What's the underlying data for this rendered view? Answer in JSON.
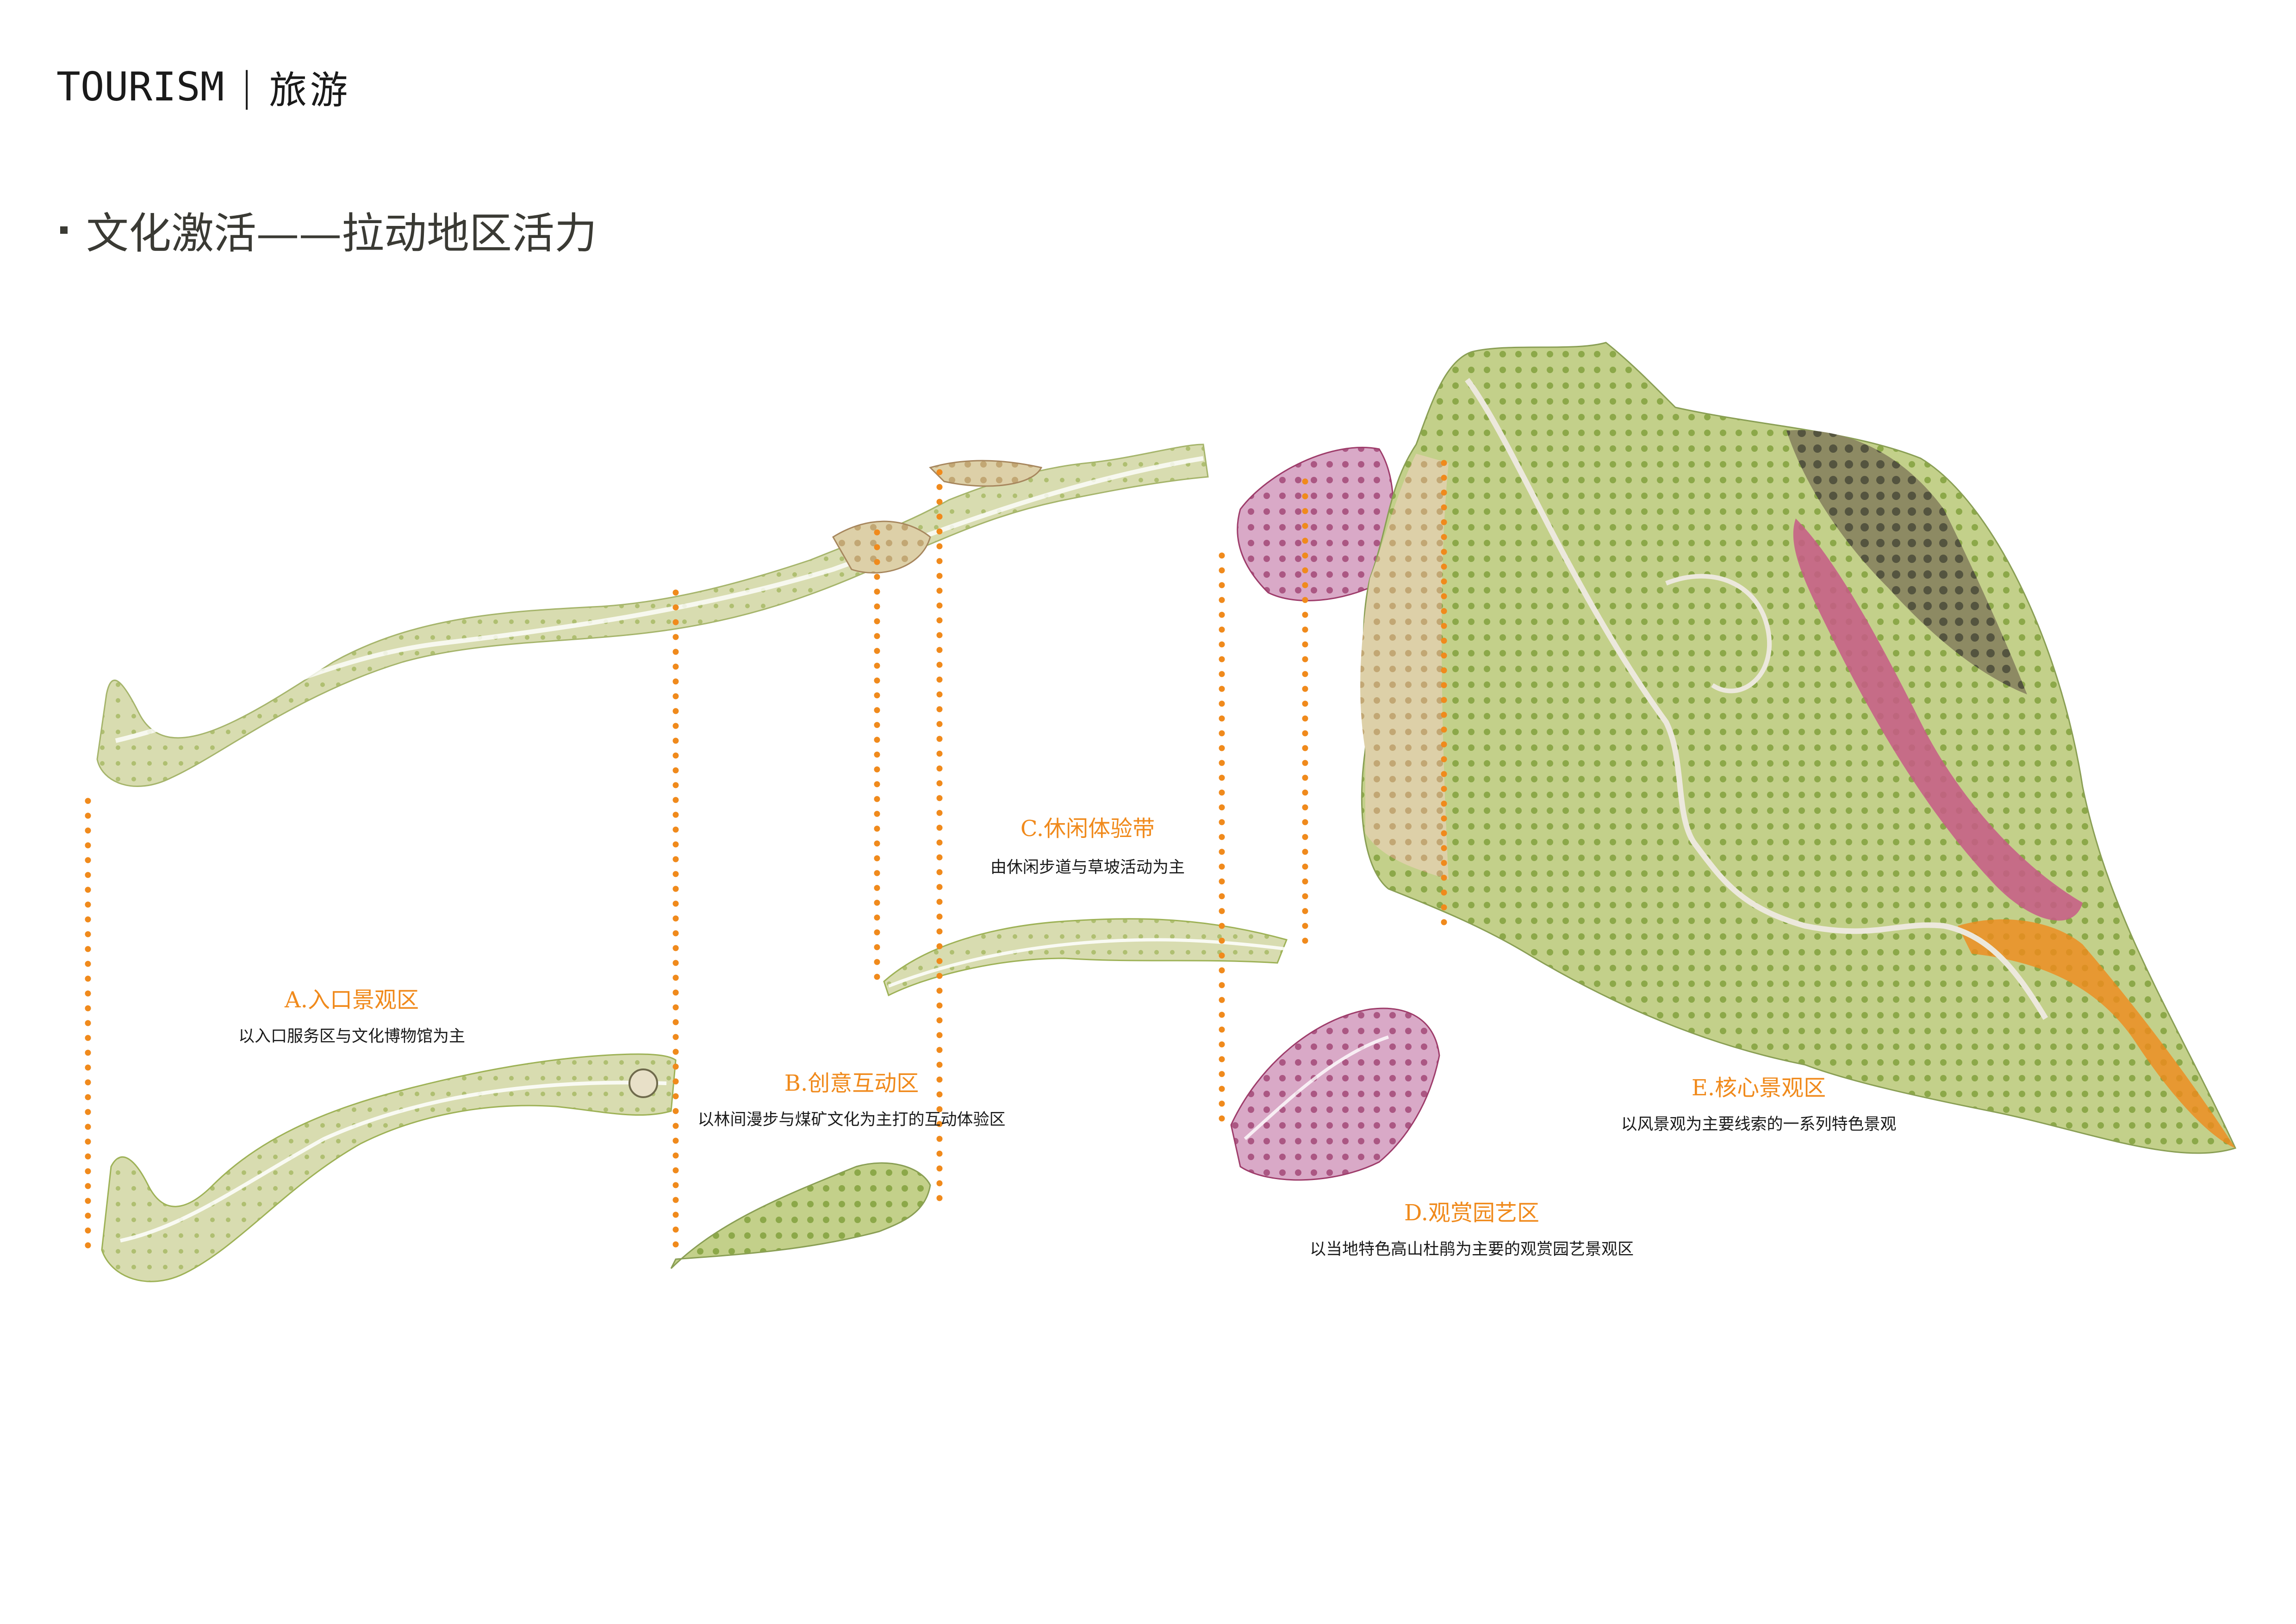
{
  "header": {
    "title_en": "TOURISM",
    "separator": "|",
    "title_cn": "旅游"
  },
  "subtitle": "文化激活——拉动地区活力",
  "zones": [
    {
      "label": "A.入口景观区",
      "desc": "以入口服务区与文化博物馆为主"
    },
    {
      "label": "B.创意互动区",
      "desc": "以林间漫步与煤矿文化为主打的互动体验区"
    },
    {
      "label": "C.休闲体验带",
      "desc": "由休闲步道与草坡活动为主"
    },
    {
      "label": "D.观赏园艺区",
      "desc": "以当地特色高山杜鹃为主要的观赏园艺景观区"
    },
    {
      "label": "E.核心景观区",
      "desc": "以风景观为主要线索的一系列特色景观"
    }
  ],
  "colors": {
    "accent": "#f08a1c",
    "grass": "#b9c97a",
    "grass_dark": "#8fae3c",
    "pink": "#d6a4c4",
    "magenta": "#b04a78",
    "sand": "#d9cba2",
    "olive": "#6f6a4c"
  }
}
